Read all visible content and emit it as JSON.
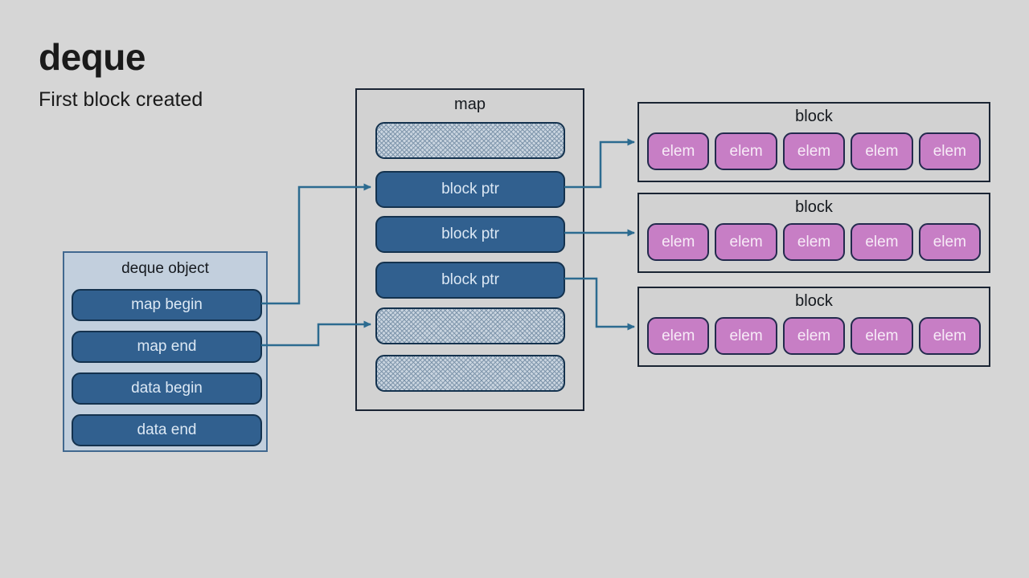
{
  "page": {
    "title": "deque",
    "subtitle": "First block created"
  },
  "deque_object": {
    "title": "deque object",
    "fields": [
      {
        "label": "map begin"
      },
      {
        "label": "map end"
      },
      {
        "label": "data begin"
      },
      {
        "label": "data end"
      }
    ]
  },
  "map": {
    "title": "map",
    "slots": [
      {
        "type": "empty",
        "label": ""
      },
      {
        "type": "block_ptr",
        "label": "block ptr"
      },
      {
        "type": "block_ptr",
        "label": "block ptr"
      },
      {
        "type": "block_ptr",
        "label": "block ptr"
      },
      {
        "type": "empty",
        "label": ""
      },
      {
        "type": "empty",
        "label": ""
      }
    ]
  },
  "blocks": [
    {
      "title": "block",
      "elems": [
        "elem",
        "elem",
        "elem",
        "elem",
        "elem"
      ]
    },
    {
      "title": "block",
      "elems": [
        "elem",
        "elem",
        "elem",
        "elem",
        "elem"
      ]
    },
    {
      "title": "block",
      "elems": [
        "elem",
        "elem",
        "elem",
        "elem",
        "elem"
      ]
    }
  ],
  "connections": [
    {
      "from": "deque object / map begin",
      "to": "map / slot 1 (block ptr)"
    },
    {
      "from": "deque object / map end",
      "to": "map / slot 4 (empty)"
    },
    {
      "from": "map / slot 1 (block ptr)",
      "to": "block 0"
    },
    {
      "from": "map / slot 2 (block ptr)",
      "to": "block 1"
    },
    {
      "from": "map / slot 3 (block ptr)",
      "to": "block 2"
    }
  ],
  "colors": {
    "background": "#d6d6d6",
    "text": "#1a1a1a",
    "deque_box_fill": "#c2cfdd",
    "deque_box_border": "#41688f",
    "pointer_fill": "#31608f",
    "pointer_border": "#14324e",
    "pointer_text": "#dce8f4",
    "container_fill": "#d2d2d2",
    "container_border": "#1a2433",
    "empty_slot_fill": "#c9d4df",
    "empty_slot_dot": "#7e95ab",
    "elem_fill": "#c77ec5",
    "elem_border": "#232a4d",
    "elem_text": "#f7ebf7",
    "arrow": "#2c6b90"
  }
}
